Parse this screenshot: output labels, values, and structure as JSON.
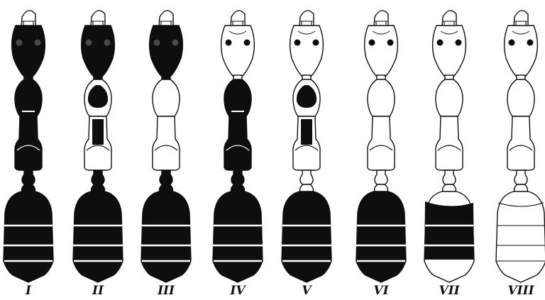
{
  "figure": {
    "specimens": [
      {
        "label": "I",
        "head": "dark",
        "thorax_front": "dark",
        "thorax_rear": "dark",
        "petiole": "dark",
        "gaster": "dark"
      },
      {
        "label": "II",
        "head": "dark",
        "thorax_front": "spot",
        "thorax_rear": "band",
        "petiole": "dark",
        "gaster": "dark"
      },
      {
        "label": "III",
        "head": "dark",
        "thorax_front": "light",
        "thorax_rear": "light",
        "petiole": "dark",
        "gaster": "dark"
      },
      {
        "label": "IV",
        "head": "light",
        "thorax_front": "dark",
        "thorax_rear": "dark",
        "petiole": "dark",
        "gaster": "dark"
      },
      {
        "label": "V",
        "head": "light",
        "thorax_front": "spot",
        "thorax_rear": "band",
        "petiole": "light",
        "gaster": "dark"
      },
      {
        "label": "VI",
        "head": "light",
        "thorax_front": "light",
        "thorax_rear": "light",
        "petiole": "light",
        "gaster": "dark"
      },
      {
        "label": "VII",
        "head": "light",
        "thorax_front": "light",
        "thorax_rear": "light",
        "petiole": "light",
        "gaster": "partial"
      },
      {
        "label": "VIII",
        "head": "light",
        "thorax_front": "light",
        "thorax_rear": "light",
        "petiole": "light",
        "gaster": "light"
      }
    ]
  }
}
